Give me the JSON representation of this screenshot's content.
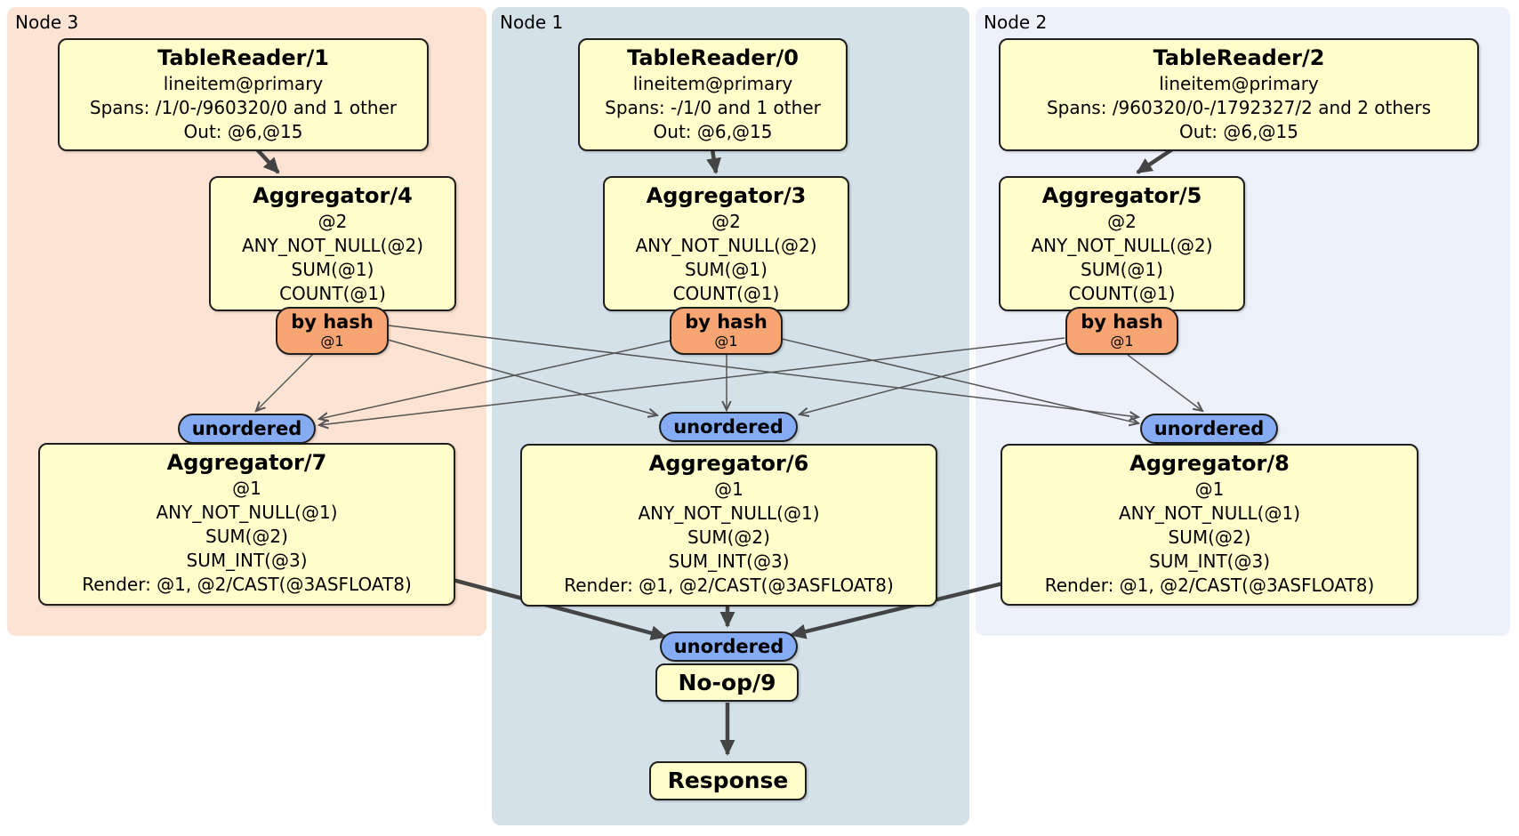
{
  "regions": [
    {
      "label": "Node 3"
    },
    {
      "label": "Node 1"
    },
    {
      "label": "Node 2"
    }
  ],
  "processors": {
    "tr1": {
      "title": "TableReader/1",
      "lines": [
        "lineitem@primary",
        "Spans: /1/0-/960320/0 and 1 other",
        "Out: @6,@15"
      ]
    },
    "tr0": {
      "title": "TableReader/0",
      "lines": [
        "lineitem@primary",
        "Spans: -/1/0 and 1 other",
        "Out: @6,@15"
      ]
    },
    "tr2": {
      "title": "TableReader/2",
      "lines": [
        "lineitem@primary",
        "Spans: /960320/0-/1792327/2 and 2 others",
        "Out: @6,@15"
      ]
    },
    "agg4": {
      "title": "Aggregator/4",
      "lines": [
        "@2",
        "ANY_NOT_NULL(@2)",
        "SUM(@1)",
        "COUNT(@1)"
      ]
    },
    "agg3": {
      "title": "Aggregator/3",
      "lines": [
        "@2",
        "ANY_NOT_NULL(@2)",
        "SUM(@1)",
        "COUNT(@1)"
      ]
    },
    "agg5": {
      "title": "Aggregator/5",
      "lines": [
        "@2",
        "ANY_NOT_NULL(@2)",
        "SUM(@1)",
        "COUNT(@1)"
      ]
    },
    "agg7": {
      "title": "Aggregator/7",
      "lines": [
        "@1",
        "ANY_NOT_NULL(@1)",
        "SUM(@2)",
        "SUM_INT(@3)",
        "Render: @1, @2/CAST(@3ASFLOAT8)"
      ]
    },
    "agg6": {
      "title": "Aggregator/6",
      "lines": [
        "@1",
        "ANY_NOT_NULL(@1)",
        "SUM(@2)",
        "SUM_INT(@3)",
        "Render: @1, @2/CAST(@3ASFLOAT8)"
      ]
    },
    "agg8": {
      "title": "Aggregator/8",
      "lines": [
        "@1",
        "ANY_NOT_NULL(@1)",
        "SUM(@2)",
        "SUM_INT(@3)",
        "Render: @1, @2/CAST(@3ASFLOAT8)"
      ]
    },
    "noop": {
      "title": "No-op/9"
    },
    "response": {
      "title": "Response"
    }
  },
  "routers": {
    "label": "by hash",
    "detail": "@1"
  },
  "syncs": {
    "label": "unordered"
  },
  "colors": {
    "node3_bg": "#fce3d3",
    "node1_bg": "#d4e1e9",
    "node2_bg": "#edf1fb",
    "processor_bg": "#ffffcc",
    "router_bg": "#f7a573",
    "sync_bg": "#85abf2",
    "edge_thin": "#555555",
    "edge_thick": "#444444"
  }
}
